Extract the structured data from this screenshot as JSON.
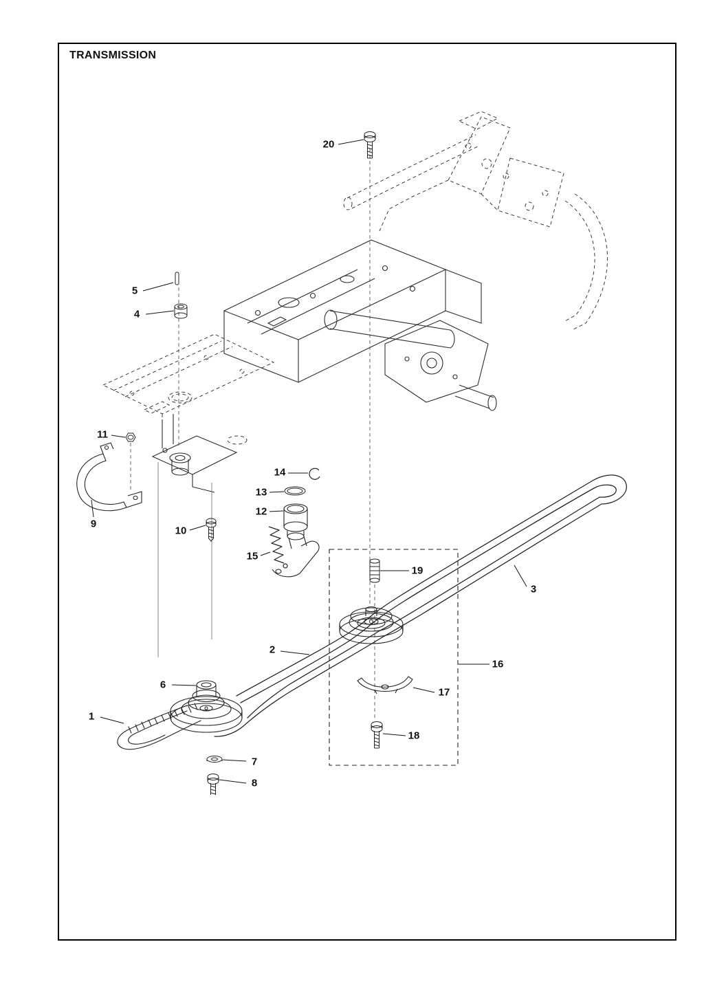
{
  "page": {
    "title": "TRANSMISSION"
  },
  "callouts": [
    {
      "label": "1"
    },
    {
      "label": "2"
    },
    {
      "label": "3"
    },
    {
      "label": "4"
    },
    {
      "label": "5"
    },
    {
      "label": "6"
    },
    {
      "label": "7"
    },
    {
      "label": "8"
    },
    {
      "label": "9"
    },
    {
      "label": "10"
    },
    {
      "label": "11"
    },
    {
      "label": "12"
    },
    {
      "label": "13"
    },
    {
      "label": "14"
    },
    {
      "label": "15"
    },
    {
      "label": "16"
    },
    {
      "label": "17"
    },
    {
      "label": "18"
    },
    {
      "label": "19"
    },
    {
      "label": "20"
    }
  ]
}
